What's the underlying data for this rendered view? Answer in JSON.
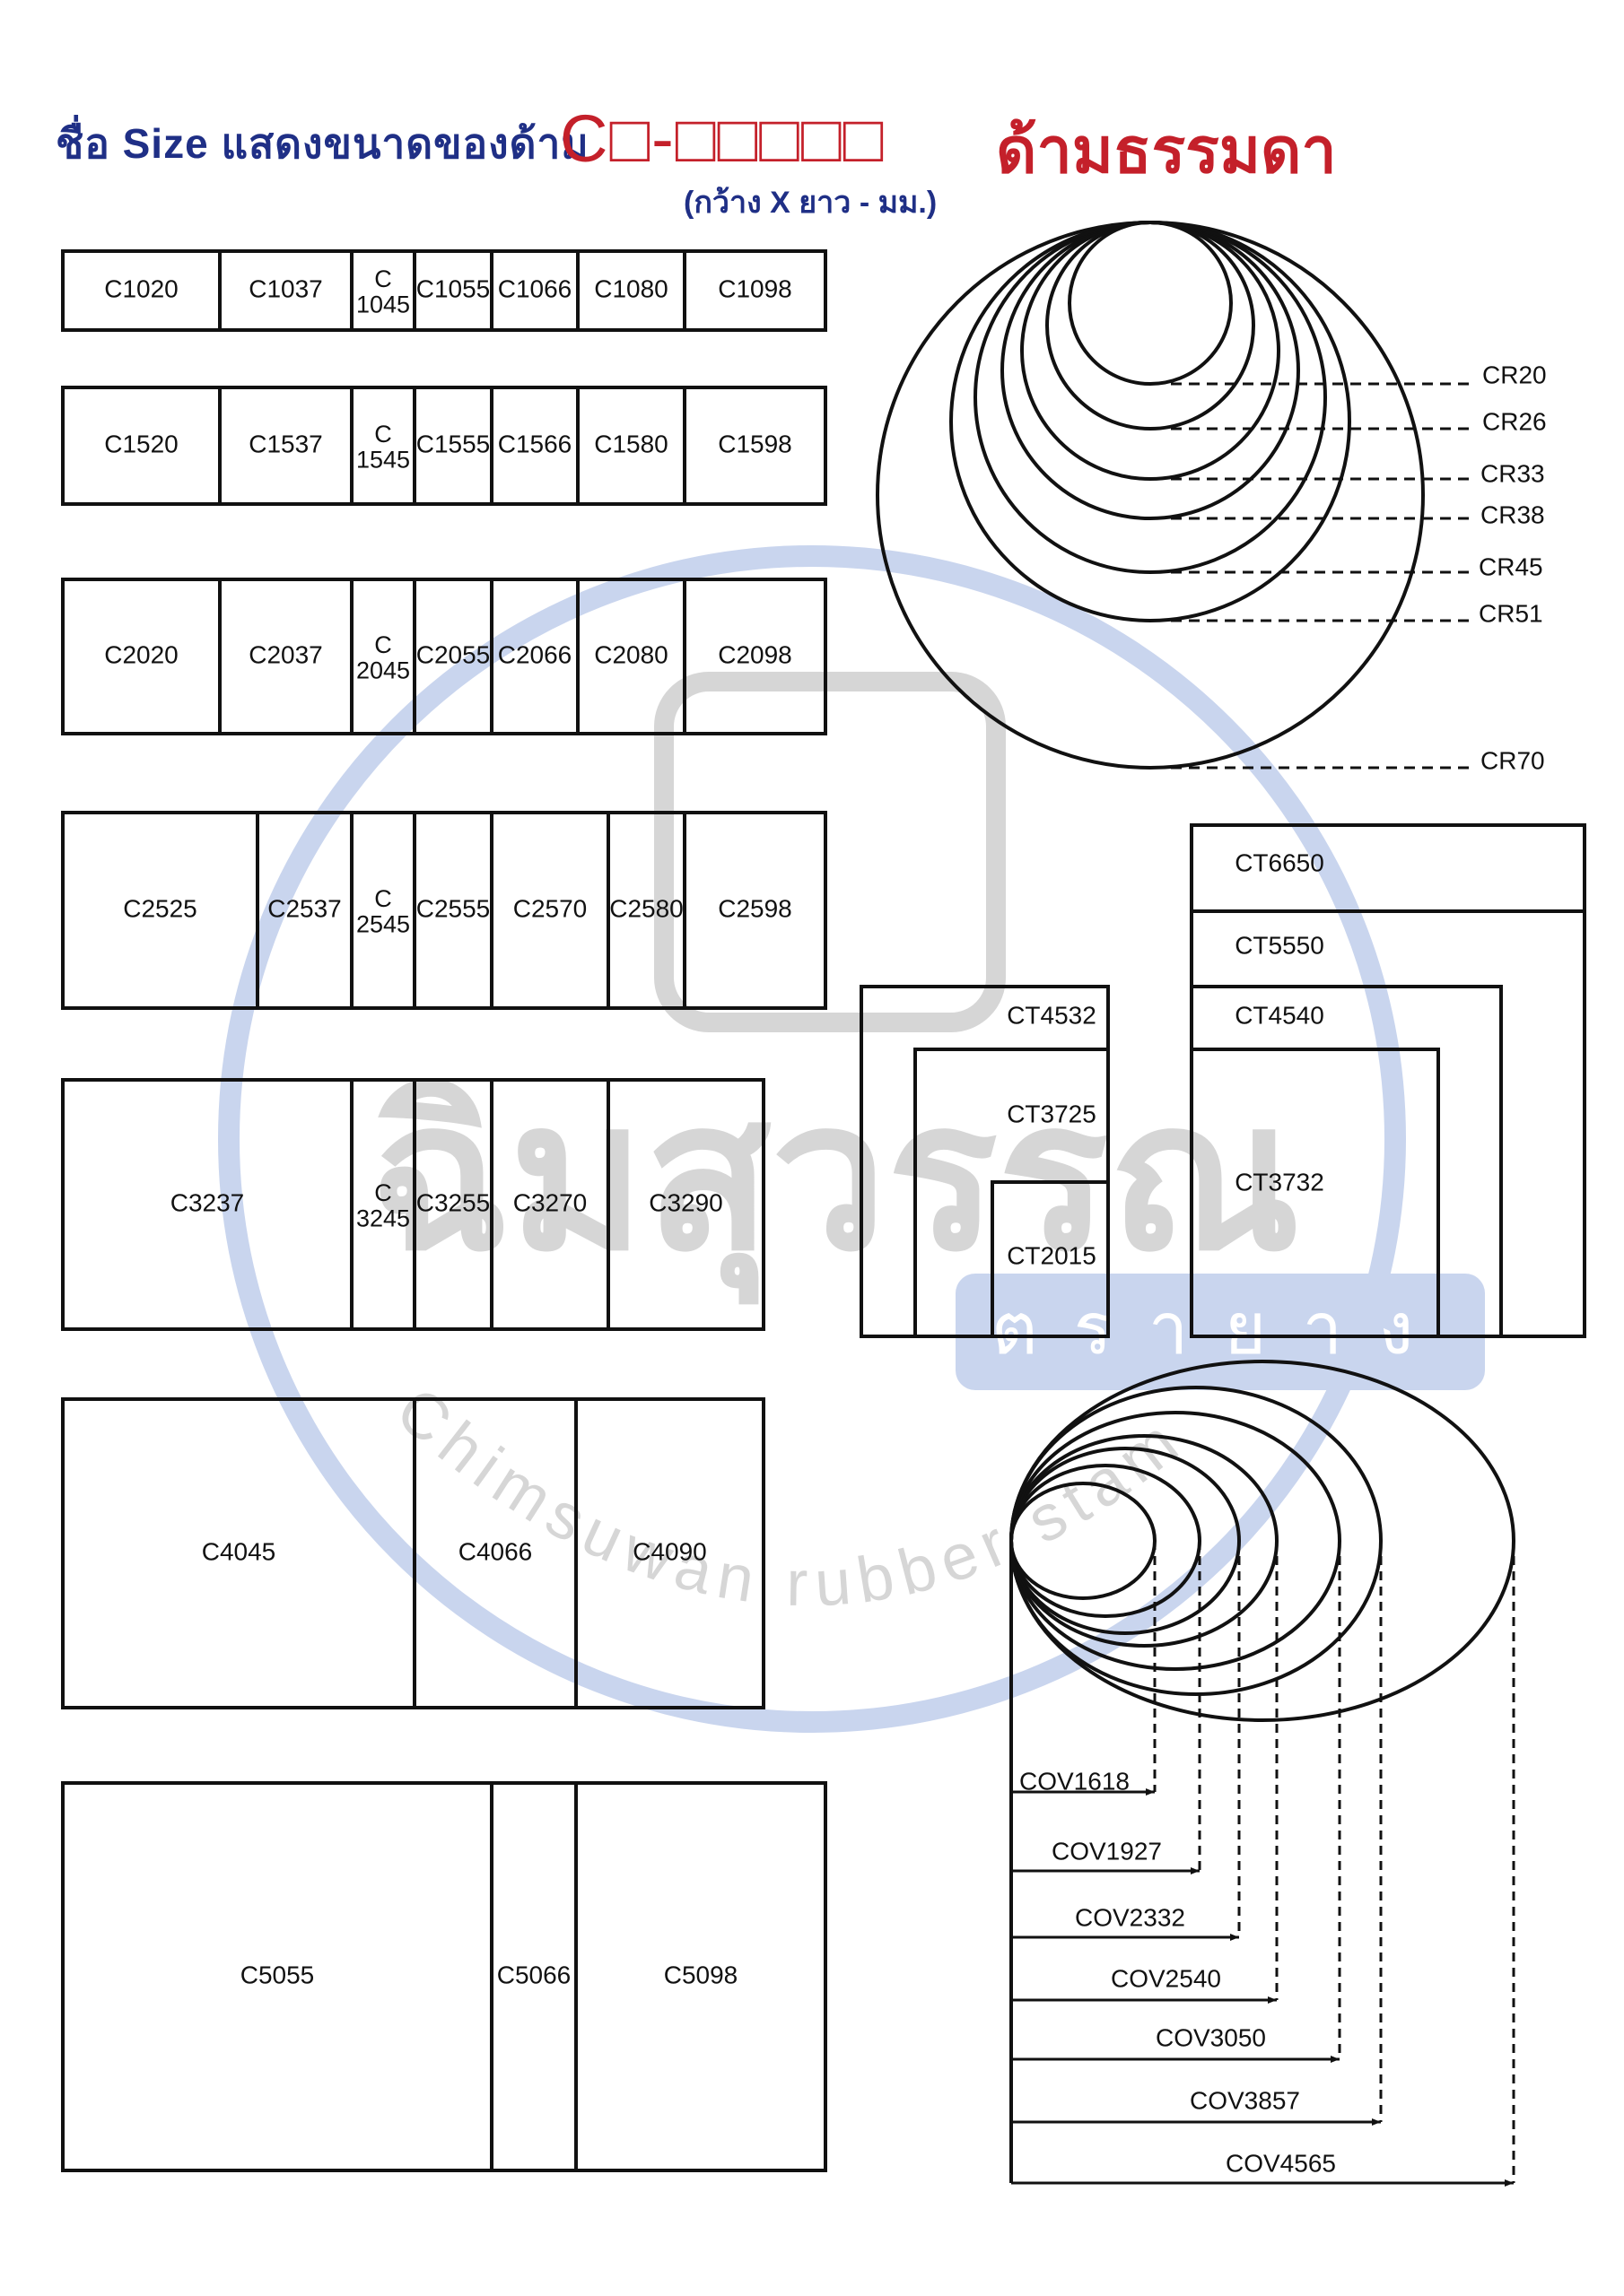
{
  "header": {
    "title_left": "ชื่อ Size แสดงขนาดของด้าม",
    "title_code": "C□-□□□□□",
    "title_right": "ด้ามธรรมดา",
    "subtitle": "(กว้าง X ยาว - มม.)"
  },
  "watermark": {
    "brand_thai": "ฉิมสุวรรณ",
    "brand_thai_sub": "ตรายาง",
    "brand_en": "Chimsuwan rubber stamp"
  },
  "colors": {
    "title_blue": "#1f2f86",
    "title_red": "#c4202a",
    "watermark_blue": "#c9d5ee",
    "watermark_gray": "#d6d6d6",
    "line": "#111111"
  },
  "rect_rows": [
    {
      "cells": [
        {
          "label": "C1020"
        },
        {
          "label": "C1037"
        },
        {
          "label": "C|1045"
        },
        {
          "label": "C1055"
        },
        {
          "label": "C1066"
        },
        {
          "label": "C1080"
        },
        {
          "label": "C1098"
        }
      ]
    },
    {
      "cells": [
        {
          "label": "C1520"
        },
        {
          "label": "C1537"
        },
        {
          "label": "C|1545"
        },
        {
          "label": "C1555"
        },
        {
          "label": "C1566"
        },
        {
          "label": "C1580"
        },
        {
          "label": "C1598"
        }
      ]
    },
    {
      "cells": [
        {
          "label": "C2020"
        },
        {
          "label": "C2037"
        },
        {
          "label": "C|2045"
        },
        {
          "label": "C2055"
        },
        {
          "label": "C2066"
        },
        {
          "label": "C2080"
        },
        {
          "label": "C2098"
        }
      ]
    },
    {
      "cells": [
        {
          "label": "C2525"
        },
        {
          "label": "C2537"
        },
        {
          "label": "C|2545"
        },
        {
          "label": "C2555"
        },
        {
          "label": "C2570"
        },
        {
          "label": "C2580"
        },
        {
          "label": "C2598"
        }
      ]
    },
    {
      "cells": [
        {
          "label": "C3237"
        },
        {
          "label": "C|3245"
        },
        {
          "label": "C3255"
        },
        {
          "label": "C3270"
        },
        {
          "label": "C3290"
        }
      ]
    },
    {
      "cells": [
        {
          "label": "C4045"
        },
        {
          "label": "C4066"
        },
        {
          "label": "C4090"
        }
      ]
    },
    {
      "cells": [
        {
          "label": "C5055"
        },
        {
          "label": "C5066"
        },
        {
          "label": "C5098"
        }
      ]
    }
  ],
  "circles": [
    "CR20",
    "CR26",
    "CR33",
    "CR38",
    "CR45",
    "CR51",
    "CR70"
  ],
  "squares": {
    "small_group": [
      "CT4532",
      "CT3725",
      "CT2015"
    ],
    "large_group": [
      "CT6650",
      "CT5550",
      "CT4540",
      "CT3732"
    ]
  },
  "ovals": [
    "COV1618",
    "COV1927",
    "COV2332",
    "COV2540",
    "COV3050",
    "COV3857",
    "COV4565"
  ]
}
